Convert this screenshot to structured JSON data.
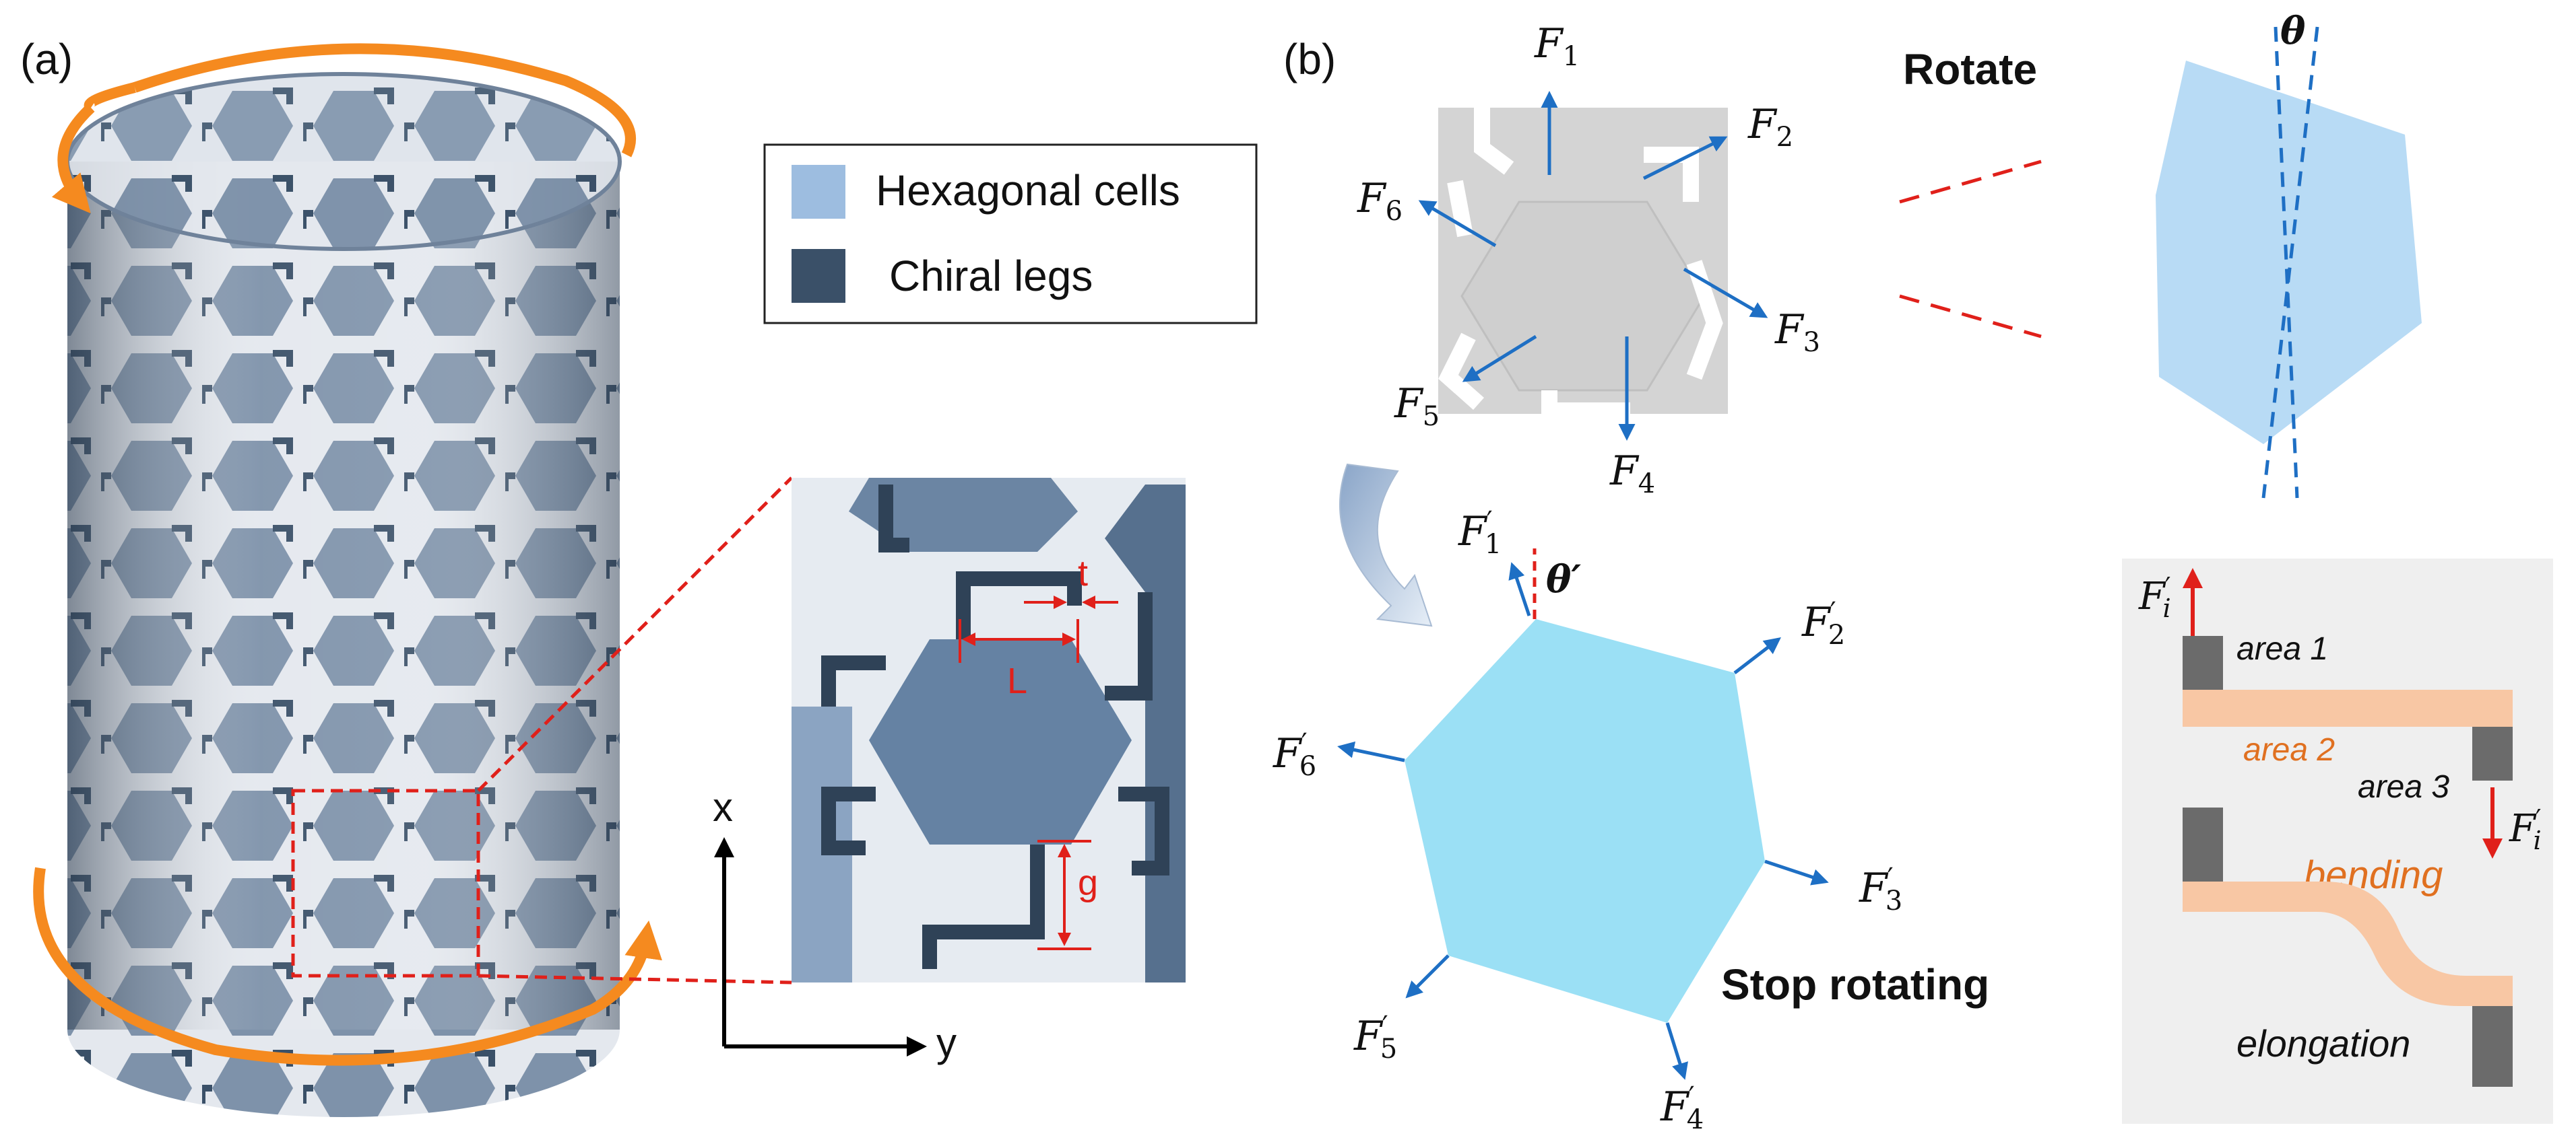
{
  "panels": {
    "a_label": "(a)",
    "b_label": "(b)"
  },
  "legend": {
    "items": [
      {
        "label": "Hexagonal cells",
        "color": "#9dbde0"
      },
      {
        "label": "Chiral legs",
        "color": "#3a5068"
      }
    ]
  },
  "zoom": {
    "dim_t": "t",
    "dim_L": "L",
    "dim_g": "g"
  },
  "axes": {
    "x": "x",
    "y": "y"
  },
  "forces": {
    "F": "F",
    "prime": "′",
    "subs": [
      "1",
      "2",
      "3",
      "4",
      "5",
      "6"
    ],
    "i": "i"
  },
  "angles": {
    "theta": "θ",
    "theta_prime": "θ′"
  },
  "captions": {
    "rotate": "Rotate",
    "stop_rotating": "Stop rotating"
  },
  "beam": {
    "area1": "area 1",
    "area2": "area 2",
    "area3": "area 3",
    "bending": "bending",
    "elongation": "elongation"
  },
  "colors": {
    "orange_arrow": "#f58a1f",
    "force_arrow": "#1e6fc4",
    "dashed_red": "#e0201a",
    "hex_light": "#b8dbf5",
    "hex_cyan": "#9be0f5",
    "beam_orange": "#f8c7a4",
    "block_gray": "#6b6b6b",
    "panel_gray": "#efefef"
  }
}
